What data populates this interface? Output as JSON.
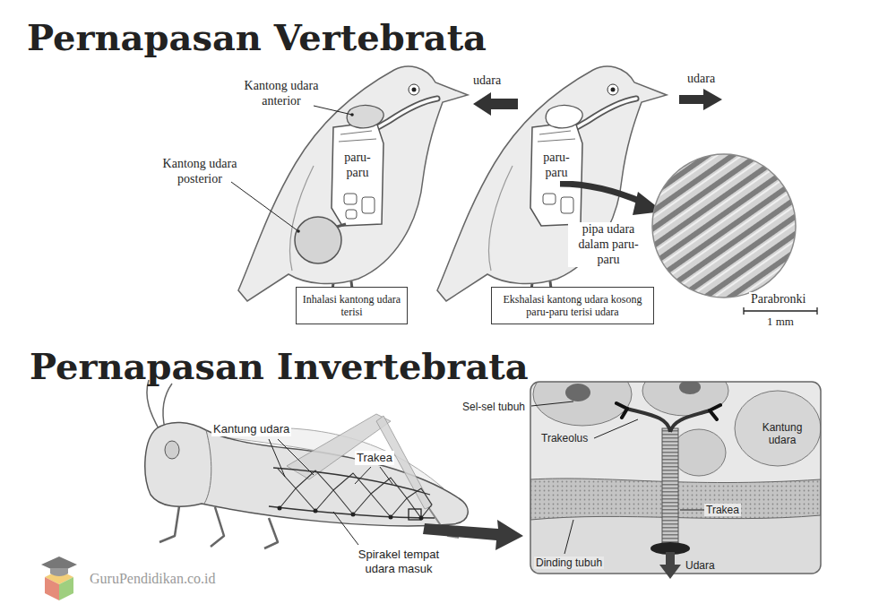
{
  "diagram": {
    "title": "Pernapasan Vertebrata",
    "nodes": [
      {
        "text": [
          "Inhalasi kantong udara terisi"
        ]
      },
      {
        "text": [
          "Ekshalasi kantong udara kosong paru-paru terisi udara"
        ]
      }
    ],
    "labels": [
      "Kantong udara anterior",
      "udara",
      "udara",
      "paru- paru",
      "paru- paru",
      "Kantong udara posterior",
      "pipa udara dalam paru- paru",
      "Parabronki",
      "1 mm",
      "Pernapasan Invertebrata",
      "Sel-sel tubuh",
      "Kantung udara",
      "Kantung udara",
      "Trakeolus",
      "Trakea",
      "Trakea",
      "Spirakel tempat udara masuk",
      "Dinding tubuh",
      "Udara",
      "GuruPendidikan.co.id"
    ]
  }
}
